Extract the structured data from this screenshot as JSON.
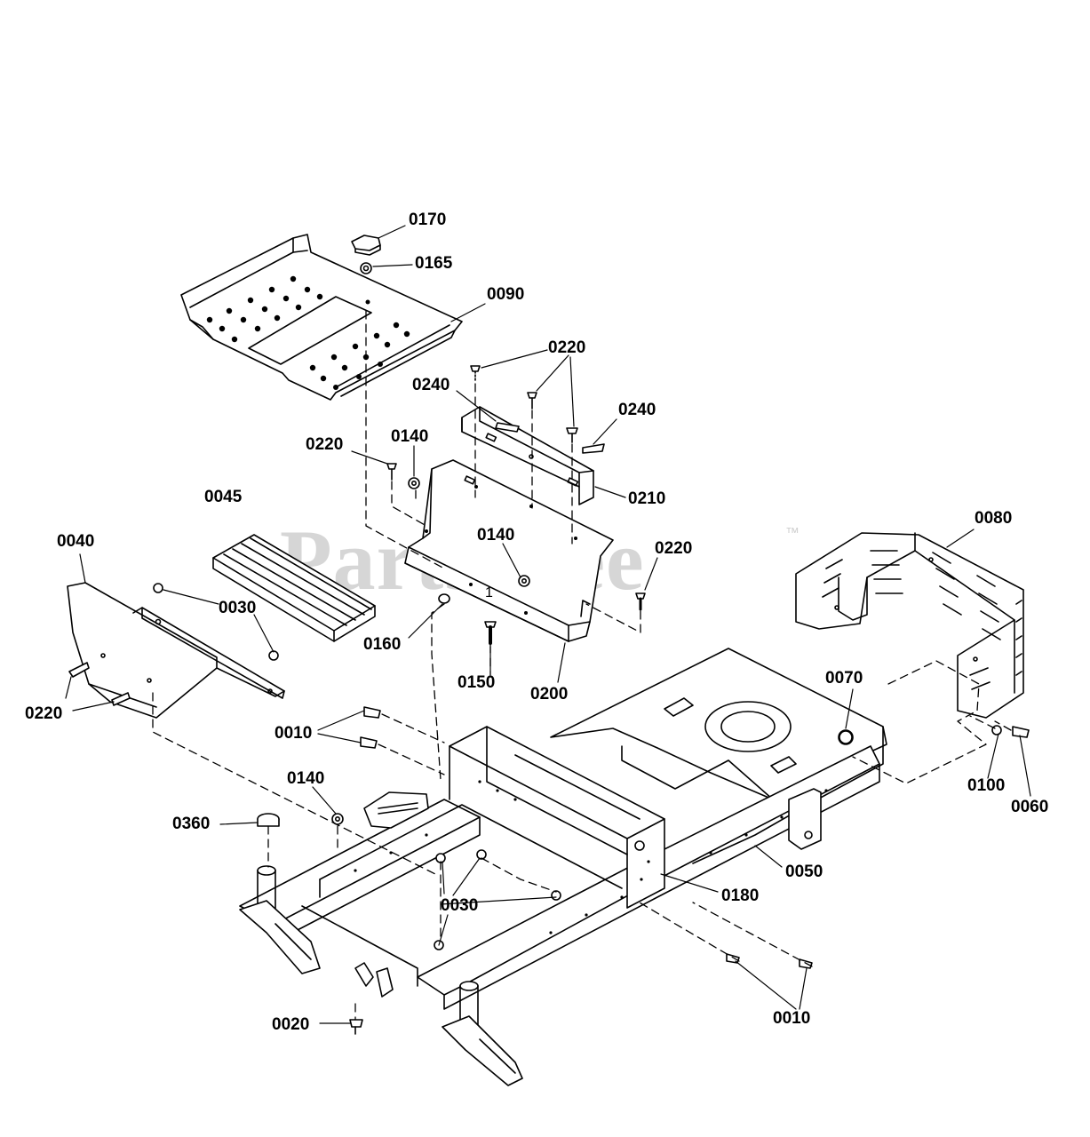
{
  "watermark": {
    "text": "PartsTree",
    "mark": "™"
  },
  "callouts": {
    "c0170": "0170",
    "c0165": "0165",
    "c0090": "0090",
    "c0220a": "0220",
    "c0240a": "0240",
    "c0240b": "0240",
    "c0220b": "0220",
    "c0140a": "0140",
    "c0210": "0210",
    "c0045": "0045",
    "c0040": "0040",
    "c0080": "0080",
    "c0140b": "0140",
    "c0220c": "0220",
    "c0030a": "0030",
    "c0160": "0160",
    "c0150": "0150",
    "c0200": "0200",
    "c0220d": "0220",
    "c0070": "0070",
    "c0010a": "0010",
    "c0100": "0100",
    "c0060": "0060",
    "c0140c": "0140",
    "c0360": "0360",
    "c0050": "0050",
    "c0180": "0180",
    "c0030b": "0030",
    "c0020": "0020",
    "c0010b": "0010"
  },
  "tag": "1"
}
